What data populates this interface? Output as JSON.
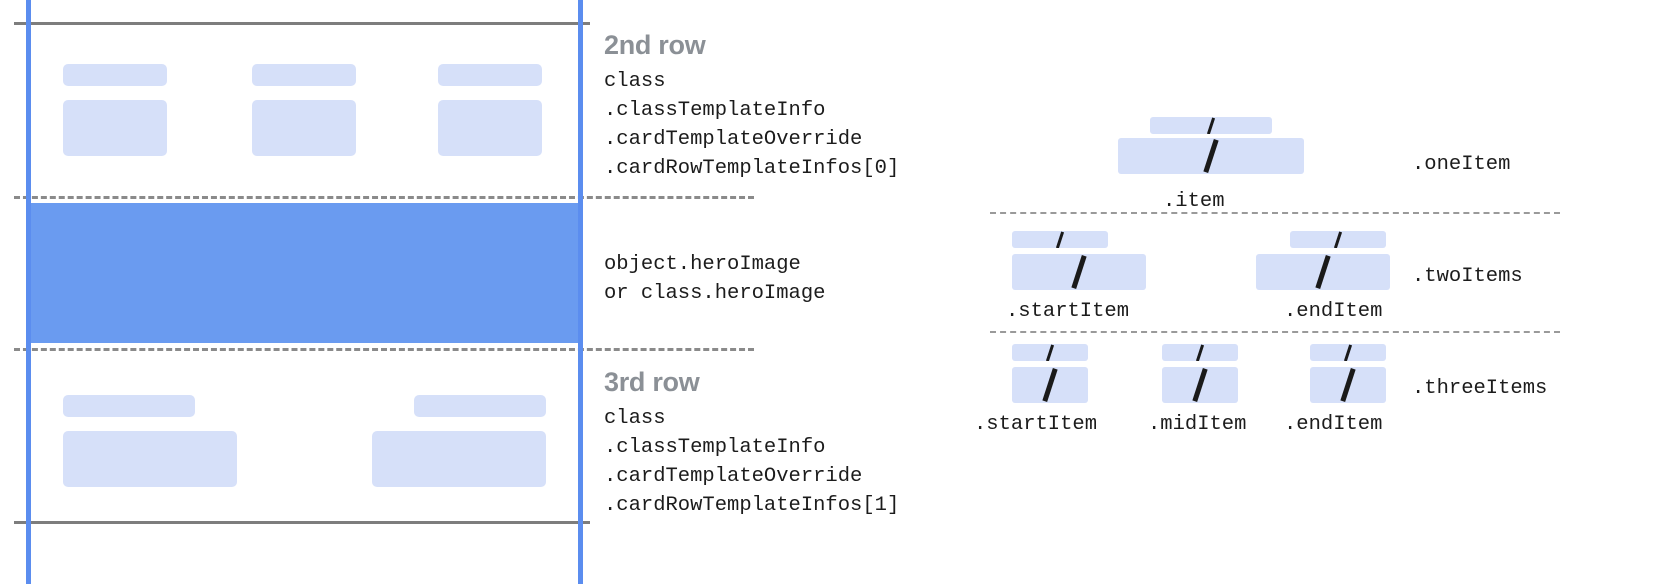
{
  "left_diagram": {
    "rows": [
      {
        "id": "second-row",
        "title": "2nd row",
        "code_lines": [
          "class",
          ".classTemplateInfo",
          ".cardTemplateOverride",
          ".cardRowTemplateInfos[0]"
        ]
      },
      {
        "id": "hero-row",
        "title": "",
        "code_lines": [
          "object.heroImage",
          "or class.heroImage"
        ]
      },
      {
        "id": "third-row",
        "title": "3rd row",
        "code_lines": [
          "class",
          ".classTemplateInfo",
          ".cardTemplateOverride",
          ".cardRowTemplateInfos[1]"
        ]
      }
    ]
  },
  "right_diagram": {
    "groups": [
      {
        "id": "one-item",
        "row_label": ".oneItem",
        "items": [
          {
            "caption": ".item",
            "glyph": "/"
          }
        ]
      },
      {
        "id": "two-items",
        "row_label": ".twoItems",
        "items": [
          {
            "caption": ".startItem",
            "glyph": "/"
          },
          {
            "caption": ".endItem",
            "glyph": "/"
          }
        ]
      },
      {
        "id": "three-items",
        "row_label": ".threeItems",
        "items": [
          {
            "caption": ".startItem",
            "glyph": "/"
          },
          {
            "caption": ".midItem",
            "glyph": "/"
          },
          {
            "caption": ".endItem",
            "glyph": "/"
          }
        ]
      }
    ]
  },
  "colors": {
    "hero_blue": "#6a9bf0",
    "placeholder_blue": "#d6e0f9",
    "guide_blue": "#5b8def",
    "rule_gray": "#7d7d7d",
    "heading_gray": "#8b9096",
    "text_black": "#1c1c1c"
  }
}
